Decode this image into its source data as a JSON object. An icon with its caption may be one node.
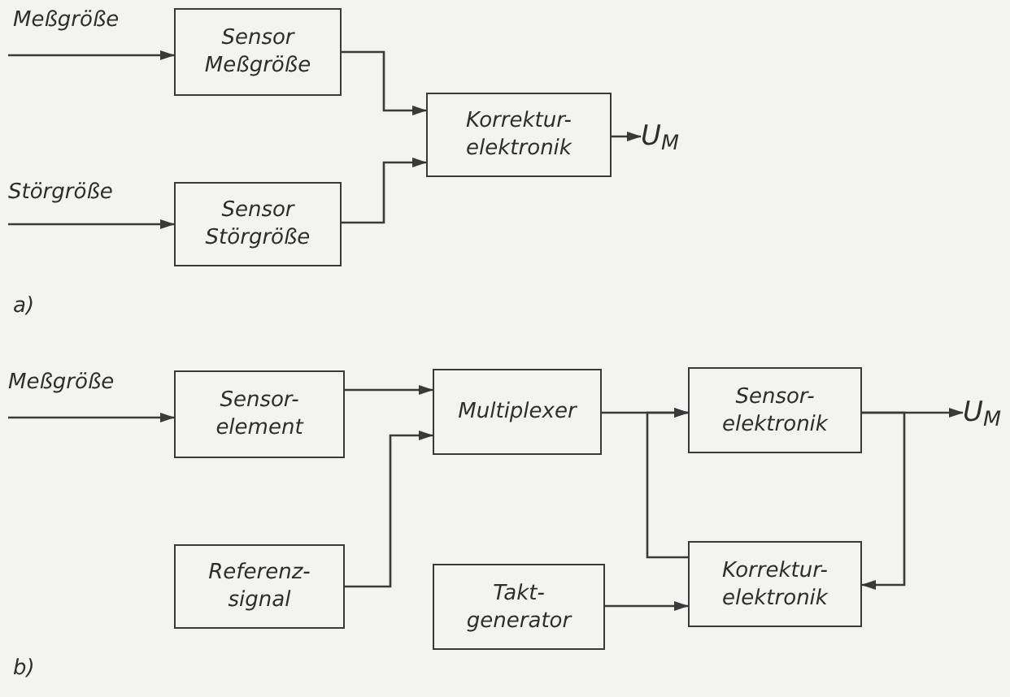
{
  "diagram": {
    "nodes": [
      {
        "text": [
          "Sensor Meßgröße"
        ]
      },
      {
        "text": [
          "Sensor Störgröße"
        ]
      },
      {
        "text": [
          "Korrektur- elektronik"
        ]
      },
      {
        "text": [
          "U$_{M}$"
        ]
      },
      {
        "text": [
          "Sensor- element"
        ]
      },
      {
        "text": [
          "Multiplexer"
        ]
      },
      {
        "text": [
          "Sensor- elektronik"
        ]
      },
      {
        "text": [
          "U$_{M}$"
        ]
      },
      {
        "text": [
          "Referenz- signal"
        ]
      },
      {
        "text": [
          "Takt- generator"
        ]
      },
      {
        "text": [
          "Korrektur- elektronik"
        ]
      }
    ],
    "edges": [
      {
        "from": null,
        "to": 0,
        "arrow": "to"
      },
      {
        "from": null,
        "to": 1,
        "arrow": "to"
      },
      {
        "from": 0,
        "to": 2,
        "arrow": "to"
      },
      {
        "from": 1,
        "to": 2,
        "arrow": "to"
      },
      {
        "from": 2,
        "to": 3,
        "arrow": "to"
      },
      {
        "from": null,
        "to": 4,
        "arrow": "to"
      },
      {
        "from": 4,
        "to": 5,
        "arrow": "to"
      },
      {
        "from": 8,
        "to": 5,
        "arrow": "to"
      },
      {
        "from": 5,
        "to": 6,
        "arrow": "to"
      },
      {
        "from": 6,
        "to": 7,
        "arrow": "to"
      },
      {
        "from": 6,
        "to": 10,
        "arrow": "to"
      },
      {
        "from": 10,
        "to": 6,
        "arrow": "to"
      },
      {
        "from": 9,
        "to": 10,
        "arrow": "to"
      }
    ],
    "labels": [
      "Meßgröße",
      "Störgröße",
      "a)",
      "Meßgröße",
      "b)"
    ]
  }
}
